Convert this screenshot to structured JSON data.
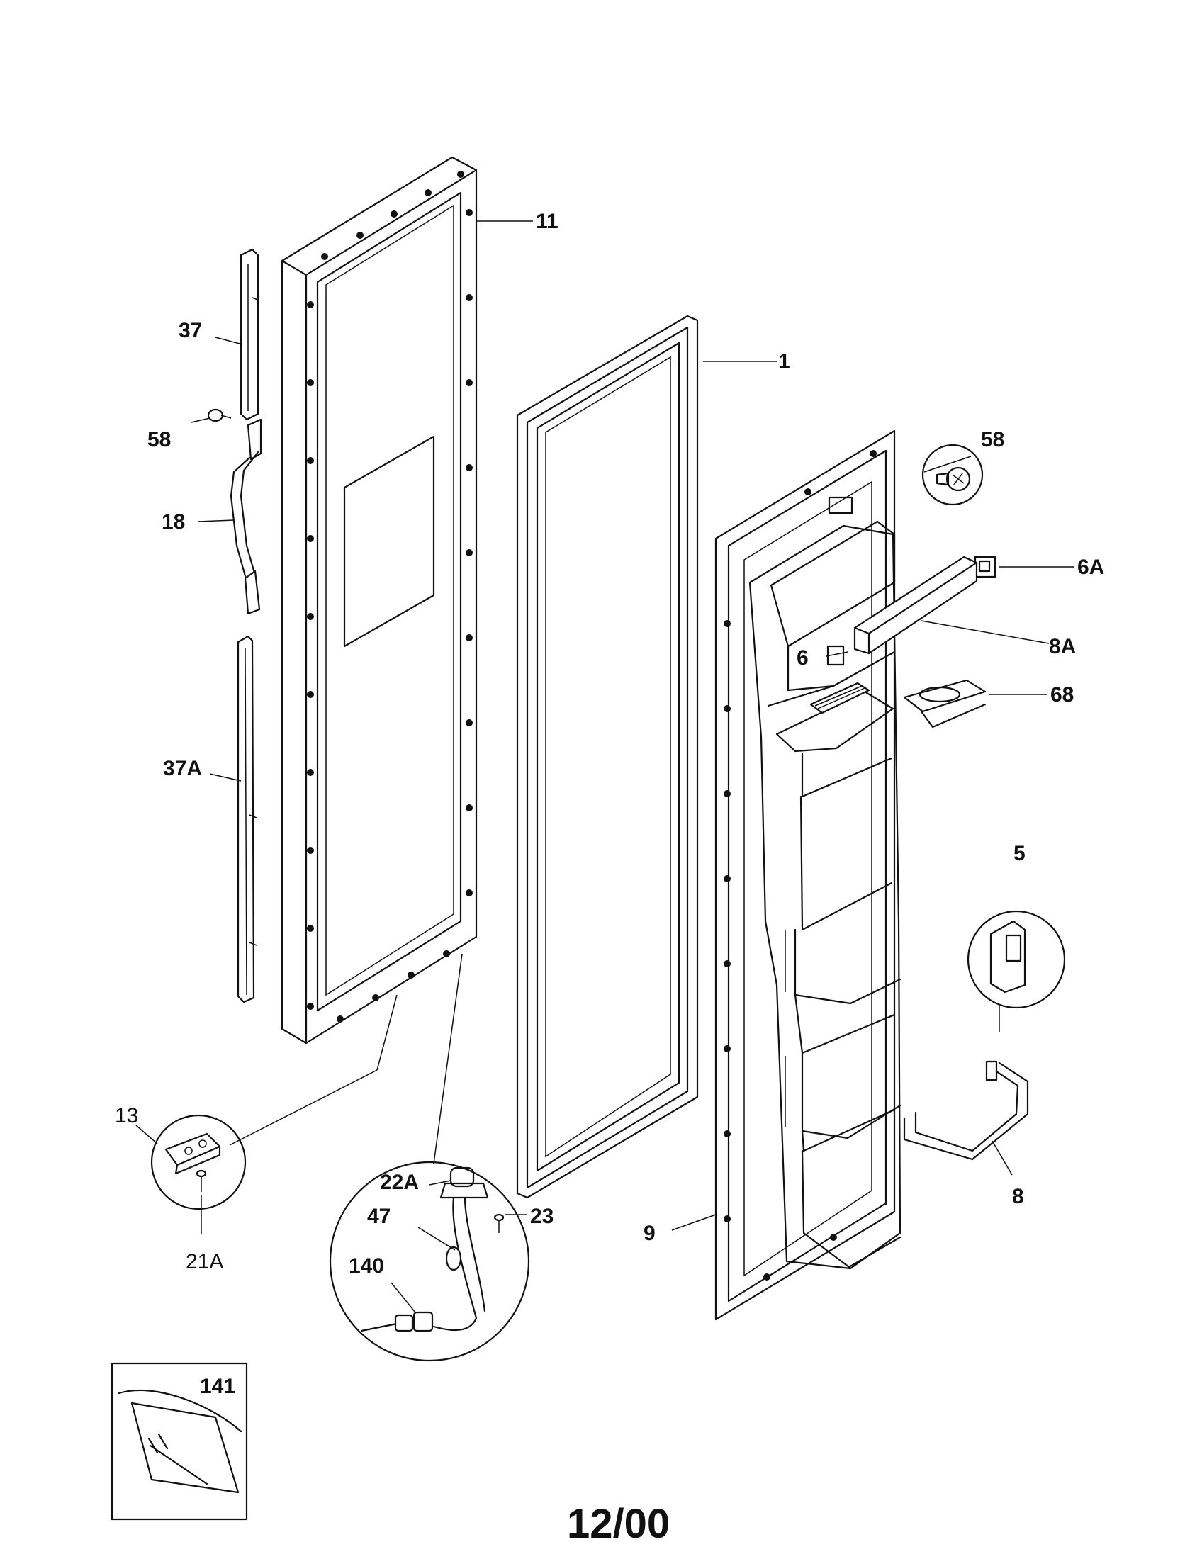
{
  "labels": {
    "p11": "11",
    "p1": "1",
    "p37": "37",
    "p58_left": "58",
    "p18": "18",
    "p37a": "37A",
    "p58_right": "58",
    "p6a": "6A",
    "p8a": "8A",
    "p6": "6",
    "p68": "68",
    "p5": "5",
    "p8": "8",
    "p9": "9",
    "p13": "13",
    "p21a": "21A",
    "p22a": "22A",
    "p23": "23",
    "p47": "47",
    "p140": "140",
    "p141": "141"
  },
  "footer": {
    "date": "12/00"
  }
}
